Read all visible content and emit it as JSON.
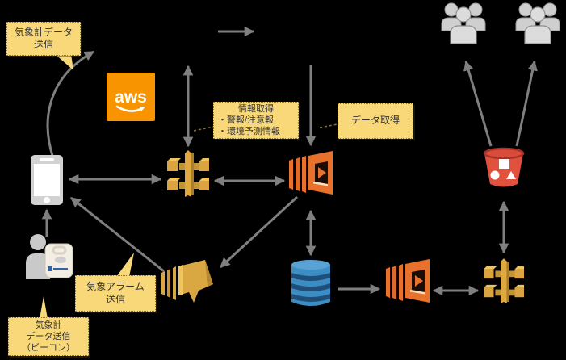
{
  "diagram": {
    "type": "aws-architecture",
    "background": "#000000"
  },
  "labels": {
    "sensor_send": {
      "lines": [
        "気象計データ",
        "送信"
      ]
    },
    "info_fetch": {
      "lines": [
        "情報取得",
        "・警報/注意報",
        "・環境予測情報"
      ]
    },
    "data_fetch": {
      "lines": [
        "データ取得"
      ]
    },
    "alarm_send": {
      "lines": [
        "気象アラーム",
        "送信"
      ]
    },
    "beacon_send": {
      "lines": [
        "気象計",
        "データ送信",
        "（ビーコン）"
      ]
    }
  },
  "logo": {
    "text": "aws"
  },
  "icons": {
    "aws_logo": "aws-logo",
    "smartphone": "smartphone-icon",
    "person_with_sensor": "person-with-sensor-icon",
    "api_gateway_top": "api-gateway-icon",
    "lambda_top": "lambda-icon",
    "sns": "sns-icon",
    "dynamodb": "dynamodb-icon",
    "lambda_bottom": "lambda-icon",
    "api_gateway_bottom": "api-gateway-icon",
    "s3_bucket": "s3-bucket-icon",
    "users_left": "users-icon",
    "users_right": "users-icon"
  },
  "colors": {
    "label_bg": "#F8D878",
    "label_border": "#8A733B",
    "label_text": "#333333",
    "arrow_gray": "#7F7F7F",
    "aws_orange": "#F79400",
    "gateway_gold": "#DBA440",
    "lambda_orange": "#E8722B",
    "sns_gold": "#D9A843",
    "dynamodb_blue": "#3C8DC4",
    "s3_red": "#E0523E",
    "people_gray": "#CFCFCF"
  }
}
